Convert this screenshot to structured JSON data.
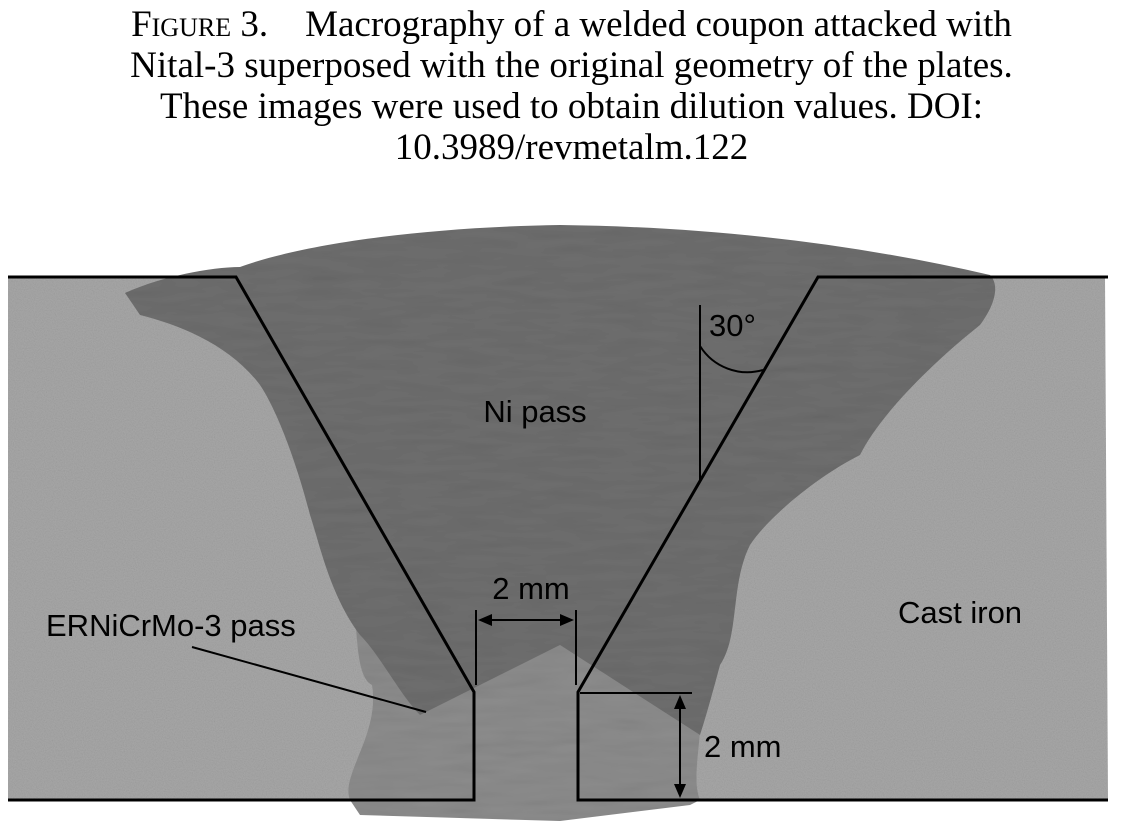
{
  "caption": {
    "figure_label": "Figure 3.",
    "line1": "Macrography of a welded coupon attacked with",
    "line2": "Nital-3 superposed with the original geometry of the plates.",
    "line3": "These images were used to obtain dilution values.  DOI:",
    "line4": "10.3989/revmetalm.122"
  },
  "figure": {
    "labels": {
      "ni_pass": "Ni pass",
      "angle": "30°",
      "gap_dimension": "2 mm",
      "root_face_dimension": "2 mm",
      "filler_pass": "ERNiCrMo-3 pass",
      "base_metal": "Cast iron"
    },
    "colors": {
      "base_metal": "#a8a8a8",
      "weld_ni": "#6e6e6e",
      "weld_root": "#8c8c8c",
      "outline": "#000000"
    }
  }
}
